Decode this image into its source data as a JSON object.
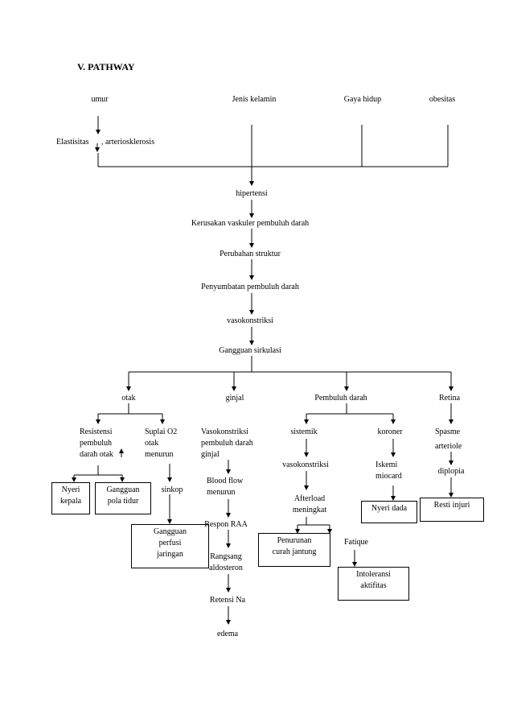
{
  "title": "V.  PATHWAY",
  "risk_factors": {
    "umur": "umur",
    "jenis_kelamin": "Jenis kelamin",
    "gaya_hidup": "Gaya hidup",
    "obesitas": "obesitas"
  },
  "elastisitas": "Elastisitas",
  "arteriosklerosis": ", arteriosklerosis",
  "main_chain": {
    "hipertensi": "hipertensi",
    "kerusakan": "Kerusakan vaskuler pembuluh darah",
    "perubahan": "Perubahan struktur",
    "penyumbatan": "Penyumbatan pembuluh darah",
    "vasokonstriksi": "vasokonstriksi",
    "gangguan_sirkulasi": "Gangguan sirkulasi"
  },
  "branches": {
    "otak": "otak",
    "ginjal": "ginjal",
    "pembuluh_darah": "Pembuluh darah",
    "retina": "Retina"
  },
  "otak_branch": {
    "resistensi": [
      "Resistensi",
      "pembuluh",
      "darah otak"
    ],
    "suplai": [
      "Suplai O2",
      "otak",
      "menurun"
    ],
    "nyeri_kepala": [
      "Nyeri",
      "kepala"
    ],
    "gangguan_pola_tidur": [
      "Gangguan",
      "pola tidur"
    ],
    "sinkop": "sinkop",
    "gangguan_perfusi": [
      "Gangguan",
      "perfusi",
      "jaringan"
    ]
  },
  "ginjal_branch": {
    "vasokonstriksi": [
      "Vasokonstriksi",
      "pembuluh darah",
      "ginjal"
    ],
    "blood_flow": [
      "Blood flow",
      "menurun"
    ],
    "respon_raa": "Respon RAA",
    "rangsang": [
      "Rangsang",
      "aldosteron"
    ],
    "retensi": "Retensi Na",
    "edema": "edema"
  },
  "pd_branch": {
    "sistemik": "sistemik",
    "koroner": "koroner",
    "vasokonstriksi": "vasokonstriksi",
    "afterload": [
      "Afterload",
      "meningkat"
    ],
    "iskemi": [
      "Iskemi",
      "miocard"
    ],
    "nyeri_dada": "Nyeri dada",
    "penurunan": [
      "Penurunan",
      "curah jantung"
    ],
    "fatique": "Fatique",
    "intoleransi": [
      "Intoleransi",
      "aktifitas"
    ]
  },
  "retina_branch": {
    "spasme": [
      "Spasme",
      "arteriole"
    ],
    "diplopia": "diplopia",
    "resti_injuri": "Resti injuri"
  }
}
